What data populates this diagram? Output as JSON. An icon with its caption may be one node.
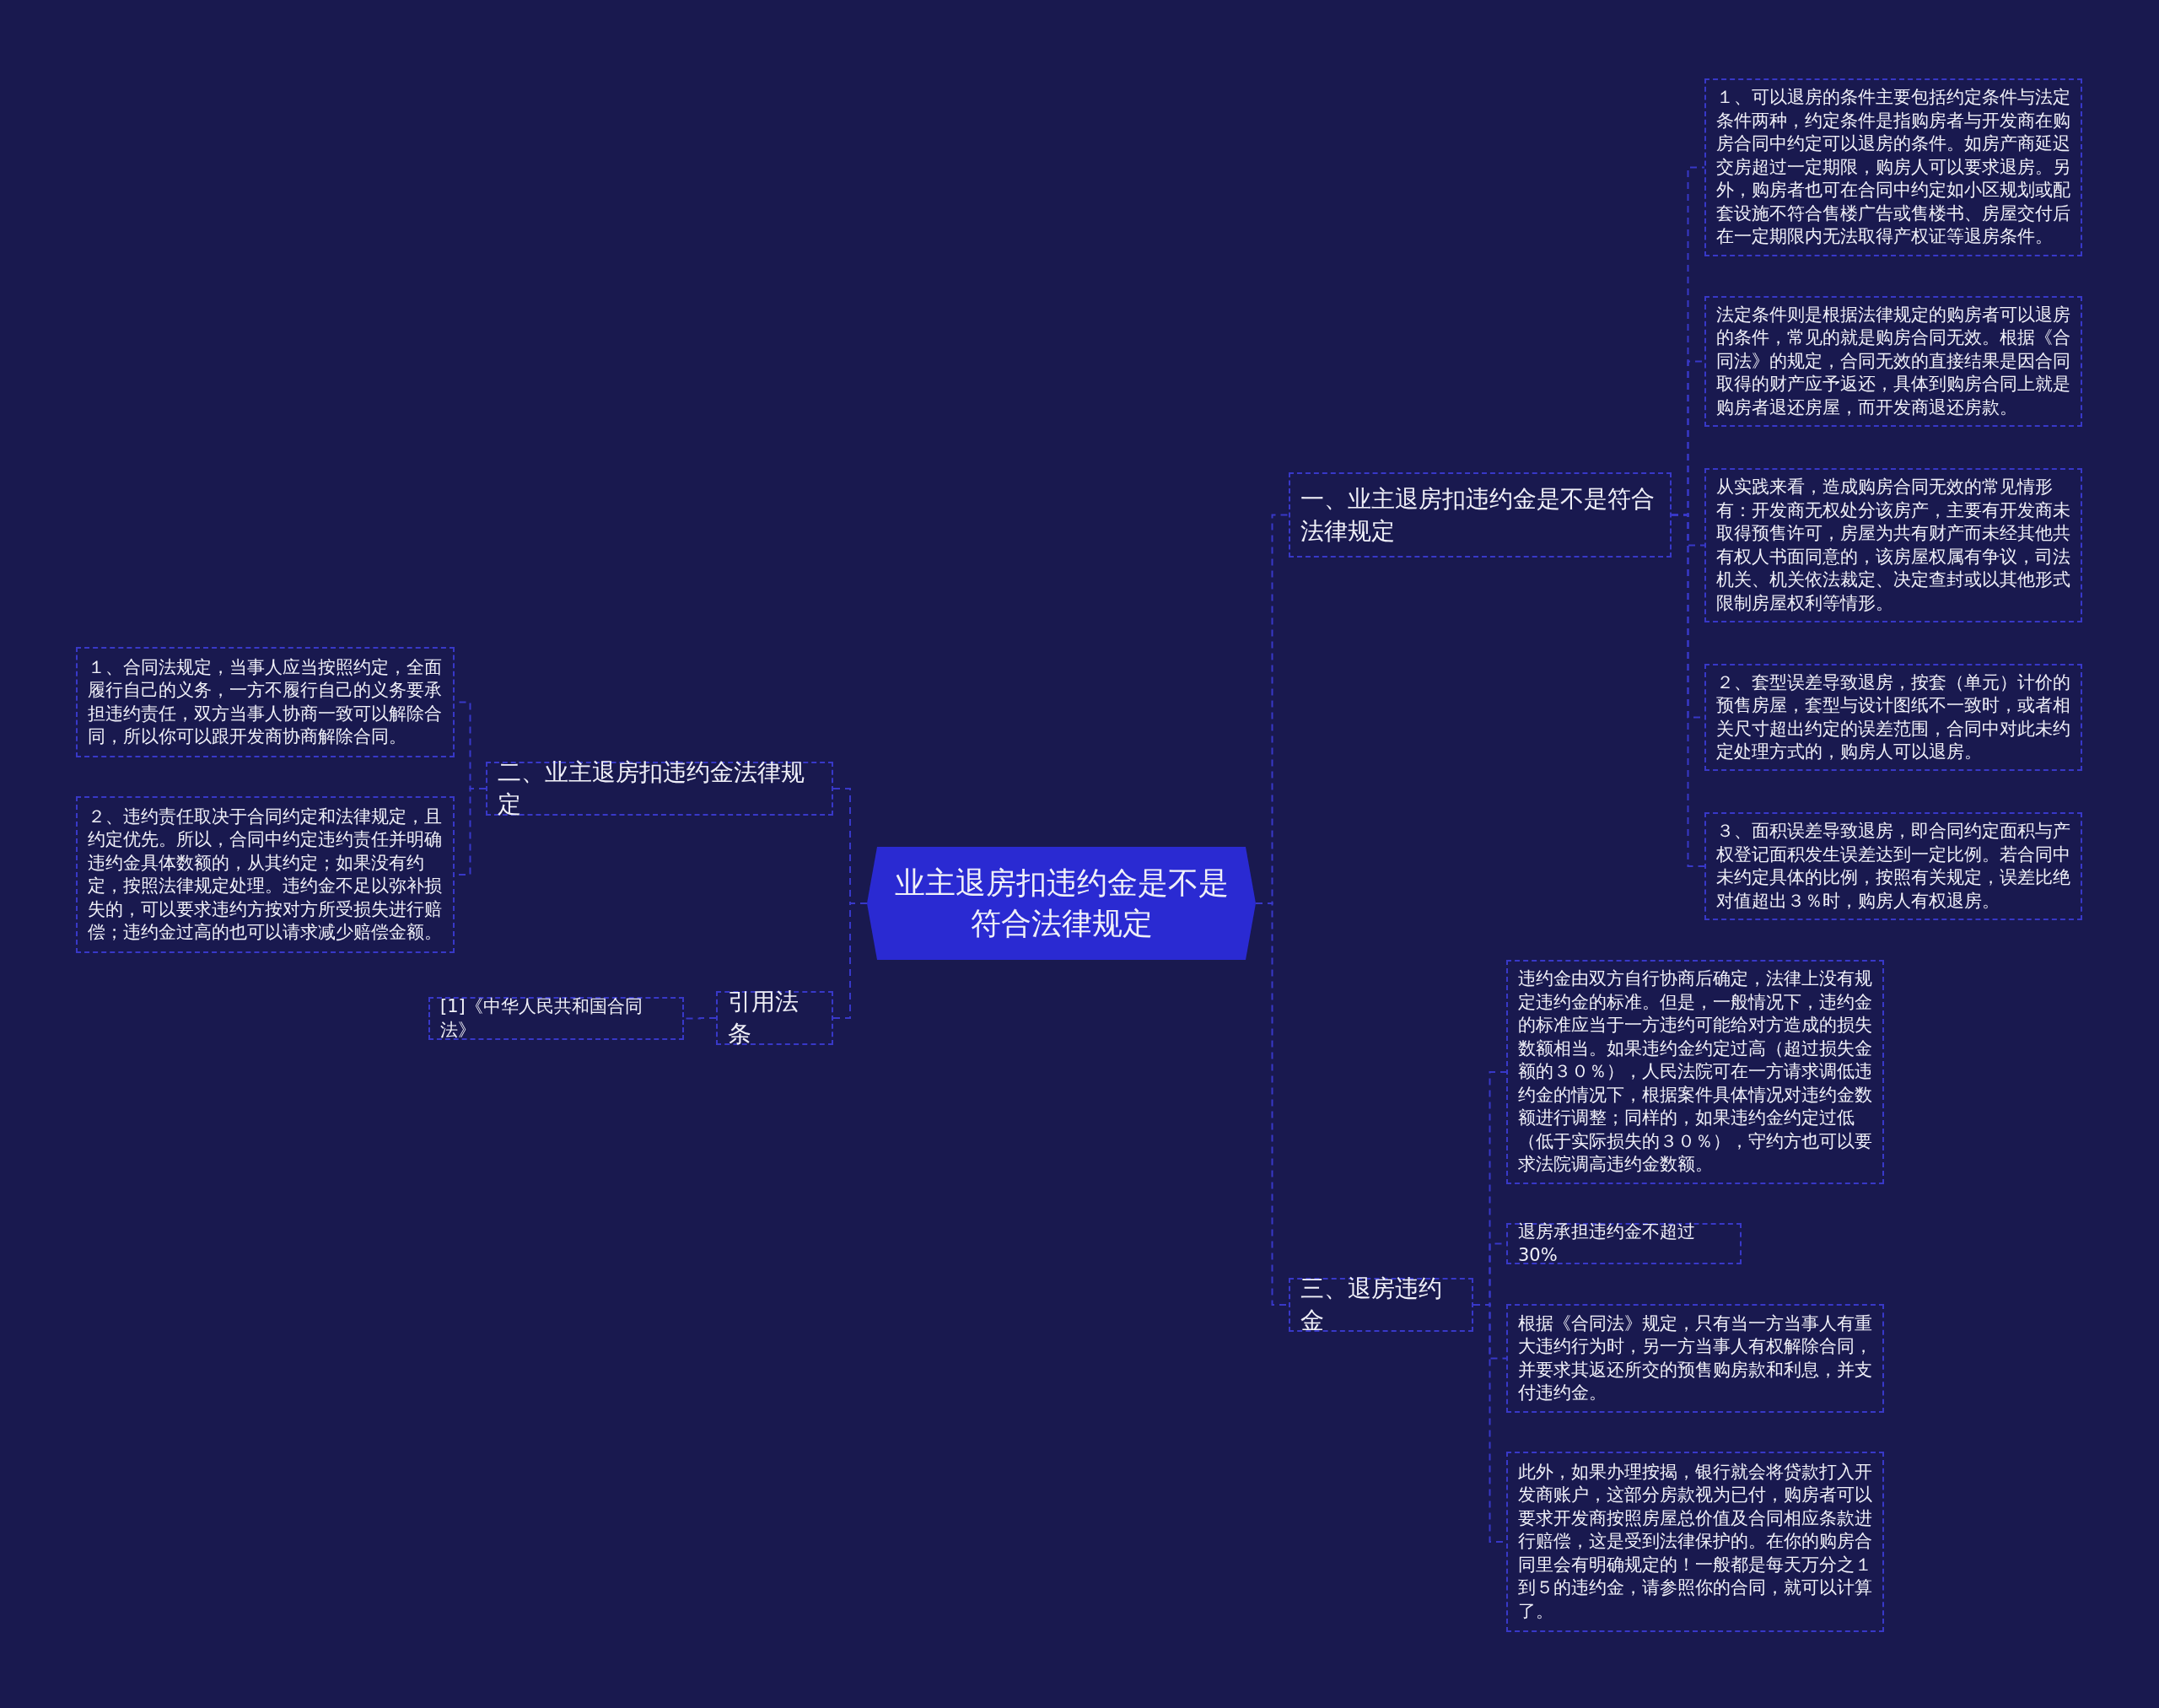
{
  "diagram": {
    "nodes": [
      {
        "text": [
          "业主退房扣违约金是不是符合法律规定"
        ]
      },
      {
        "text": [
          "一、业主退房扣违约金是不是符合法律规定"
        ]
      },
      {
        "text": [
          "１、可以退房的条件主要包括约定条件与法定条件两种，约定条件是指购房者与开发商在购房合同中约定可以退房的条件。如房产商延迟交房超过一定期限，购房人可以要求退房。另外，购房者也可在合同中约定如小区规划或配套设施不符合售楼广告或售楼书、房屋交付后在一定期限内无法取得产权证等退房条件。"
        ]
      },
      {
        "text": [
          "法定条件则是根据法律规定的购房者可以退房的条件，常见的就是购房合同无效。根据《合同法》的规定，合同无效的直接结果是因合同取得的财产应予返还，具体到购房合同上就是购房者退还房屋，而开发商退还房款。"
        ]
      },
      {
        "text": [
          "从实践来看，造成购房合同无效的常见情形有：开发商无权处分该房产，主要有开发商未取得预售许可，房屋为共有财产而未经其他共有权人书面同意的，该房屋权属有争议，司法机关、机关依法裁定、决定查封或以其他形式限制房屋权利等情形。"
        ]
      },
      {
        "text": [
          "２、套型误差导致退房，按套（单元）计价的预售房屋，套型与设计图纸不一致时，或者相关尺寸超出约定的误差范围，合同中对此未约定处理方式的，购房人可以退房。"
        ]
      },
      {
        "text": [
          "３、面积误差导致退房，即合同约定面积与产权登记面积发生误差达到一定比例。若合同中未约定具体的比例，按照有关规定，误差比绝对值超出３％时，购房人有权退房。"
        ]
      },
      {
        "text": [
          "二、业主退房扣违约金法律规定"
        ]
      },
      {
        "text": [
          "１、合同法规定，当事人应当按照约定，全面履行自己的义务，一方不履行自己的义务要承担违约责任，双方当事人协商一致可以解除合同，所以你可以跟开发商协商解除合同。"
        ]
      },
      {
        "text": [
          "２、违约责任取决于合同约定和法律规定，且约定优先。所以，合同中约定违约责任并明确违约金具体数额的，从其约定；如果没有约定，按照法律规定处理。违约金不足以弥补损失的，可以要求违约方按对方所受损失进行赔偿；违约金过高的也可以请求减少赔偿金额。"
        ]
      },
      {
        "text": [
          "引用法条"
        ]
      },
      {
        "text": [
          "[1]《中华人民共和国合同法》"
        ]
      },
      {
        "text": [
          "三、退房违约金"
        ]
      },
      {
        "text": [
          "违约金由双方自行协商后确定，法律上没有规定违约金的标准。但是，一般情况下，违约金的标准应当于一方违约可能给对方造成的损失数额相当。如果违约金约定过高（超过损失金额的３０％），人民法院可在一方请求调低违约金的情况下，根据案件具体情况对违约金数额进行调整；同样的，如果违约金约定过低（低于实际损失的３０％），守约方也可以要求法院调高违约金数额。"
        ]
      },
      {
        "text": [
          "退房承担违约金不超过30%"
        ]
      },
      {
        "text": [
          "根据《合同法》规定，只有当一方当事人有重大违约行为时，另一方当事人有权解除合同，并要求其返还所交的预售购房款和利息，并支付违约金。"
        ]
      },
      {
        "text": [
          "此外，如果办理按揭，银行就会将贷款打入开发商账户，这部分房款视为已付，购房者可以要求开发商按照房屋总价值及合同相应条款进行赔偿，这是受到法律保护的。在你的购房合同里会有明确规定的！一般都是每天万分之１到５的违约金，请参照你的合同，就可以计算了。"
        ]
      }
    ],
    "edges": [
      {
        "from": 0,
        "to": 1,
        "arrow": "none"
      },
      {
        "from": 1,
        "to": 2,
        "arrow": "none"
      },
      {
        "from": 1,
        "to": 3,
        "arrow": "none"
      },
      {
        "from": 1,
        "to": 4,
        "arrow": "none"
      },
      {
        "from": 1,
        "to": 5,
        "arrow": "none"
      },
      {
        "from": 1,
        "to": 6,
        "arrow": "none"
      },
      {
        "from": 0,
        "to": 7,
        "arrow": "none"
      },
      {
        "from": 7,
        "to": 8,
        "arrow": "none"
      },
      {
        "from": 7,
        "to": 9,
        "arrow": "none"
      },
      {
        "from": 0,
        "to": 10,
        "arrow": "none"
      },
      {
        "from": 10,
        "to": 11,
        "arrow": "none"
      },
      {
        "from": 0,
        "to": 12,
        "arrow": "none"
      },
      {
        "from": 12,
        "to": 13,
        "arrow": "none"
      },
      {
        "from": 12,
        "to": 14,
        "arrow": "none"
      },
      {
        "from": 12,
        "to": 15,
        "arrow": "none"
      },
      {
        "from": 12,
        "to": 16,
        "arrow": "none"
      }
    ]
  }
}
